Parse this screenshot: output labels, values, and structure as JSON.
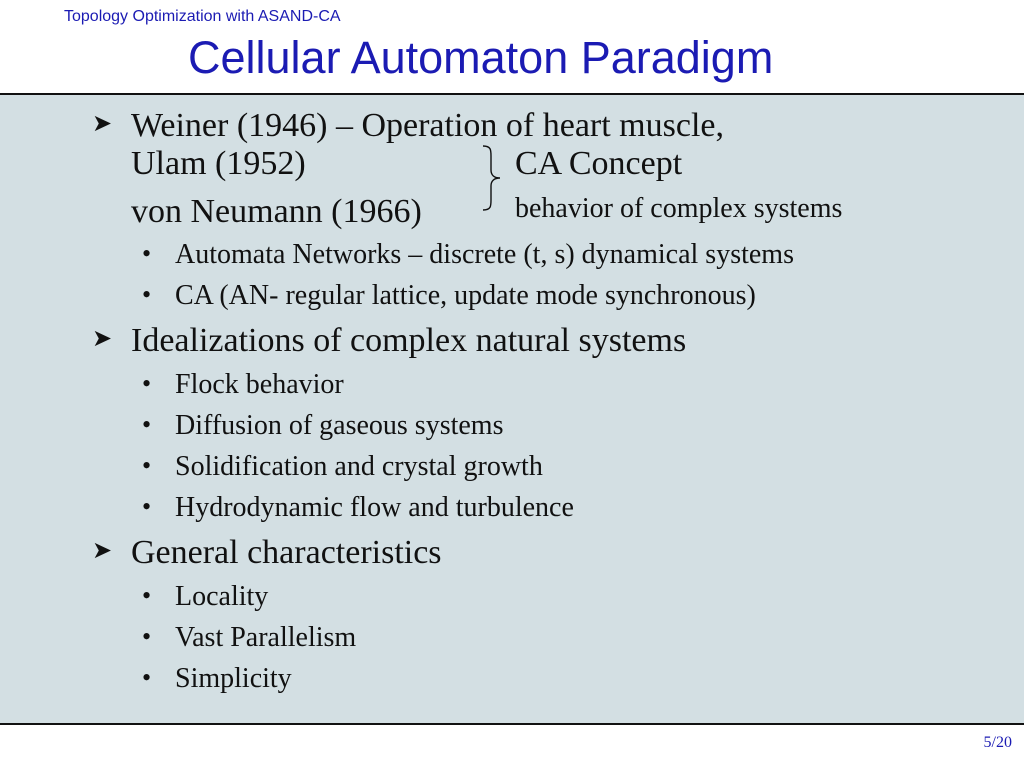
{
  "header": {
    "section": "Topology Optimization with ASAND-CA",
    "title": "Cellular Automaton Paradigm"
  },
  "content": {
    "history": {
      "line1": "Weiner (1946) – Operation of heart muscle,",
      "line2": "Ulam (1952)",
      "line3": "von Neumann (1966)",
      "concept_label": "CA Concept",
      "concept_desc": "behavior of complex systems",
      "sub_items": [
        "Automata Networks – discrete (t, s) dynamical systems",
        "CA (AN- regular lattice, update mode synchronous)"
      ]
    },
    "idealizations": {
      "heading": "Idealizations of complex natural systems",
      "items": [
        "Flock behavior",
        "Diffusion of gaseous systems",
        "Solidification and crystal growth",
        "Hydrodynamic flow and turbulence"
      ]
    },
    "characteristics": {
      "heading": "General characteristics",
      "items": [
        "Locality",
        "Vast Parallelism",
        "Simplicity"
      ]
    }
  },
  "footer": {
    "page": "5/20"
  },
  "icons": {
    "level1_bullet": "arrow-bullet-icon",
    "level2_bullet": "dot-bullet-icon"
  },
  "colors": {
    "accent": "#1b1bb3",
    "content_background": "#d3dfe3",
    "text": "#111111"
  }
}
